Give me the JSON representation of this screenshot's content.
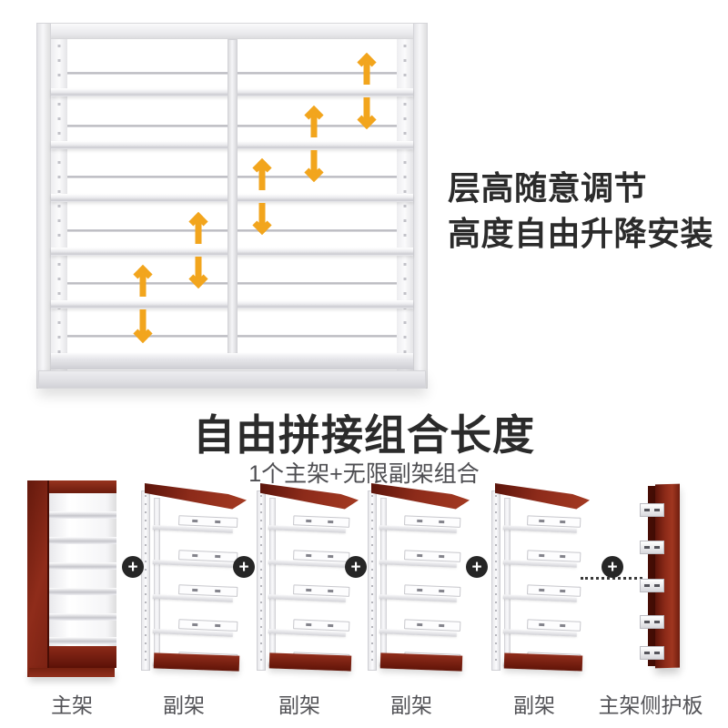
{
  "hero": {
    "heading_line1": "层高随意调节",
    "heading_line2": "高度自由升降安装"
  },
  "combine": {
    "title": "自由拼接组合长度",
    "subtitle": "1个主架+无限副架组合",
    "plus": "+",
    "unit_labels": [
      "主架",
      "副架",
      "副架",
      "副架",
      "副架",
      "主架侧护板"
    ]
  },
  "colors": {
    "arrow": "#F2A51D",
    "wood": "#8d2a18",
    "plus_background": "#262626",
    "title_text": "#2b2b2b",
    "label_text": "#535357"
  }
}
